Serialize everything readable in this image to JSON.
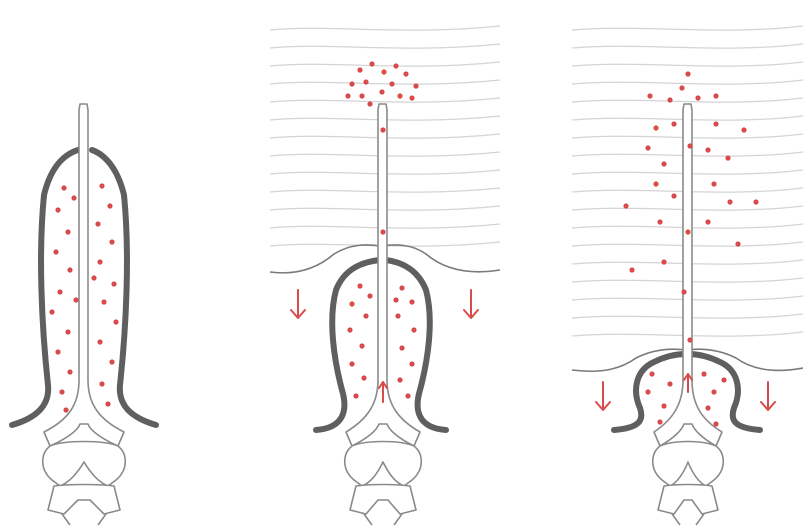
{
  "diagram": {
    "panels": [
      {
        "id": "stage-1",
        "tissue_layers": false,
        "descending_arrows": false
      },
      {
        "id": "stage-2",
        "tissue_layers": true,
        "descending_arrows": true
      },
      {
        "id": "stage-3",
        "tissue_layers": true,
        "descending_arrows": true
      }
    ],
    "colors": {
      "background": "#ffffff",
      "sheath_outline": "#5f5f5f",
      "structure_outline": "#8a8a8a",
      "tissue_lines": "#d4d4d4",
      "particles": "#d94a4a",
      "arrows": "#d94a4a"
    }
  }
}
